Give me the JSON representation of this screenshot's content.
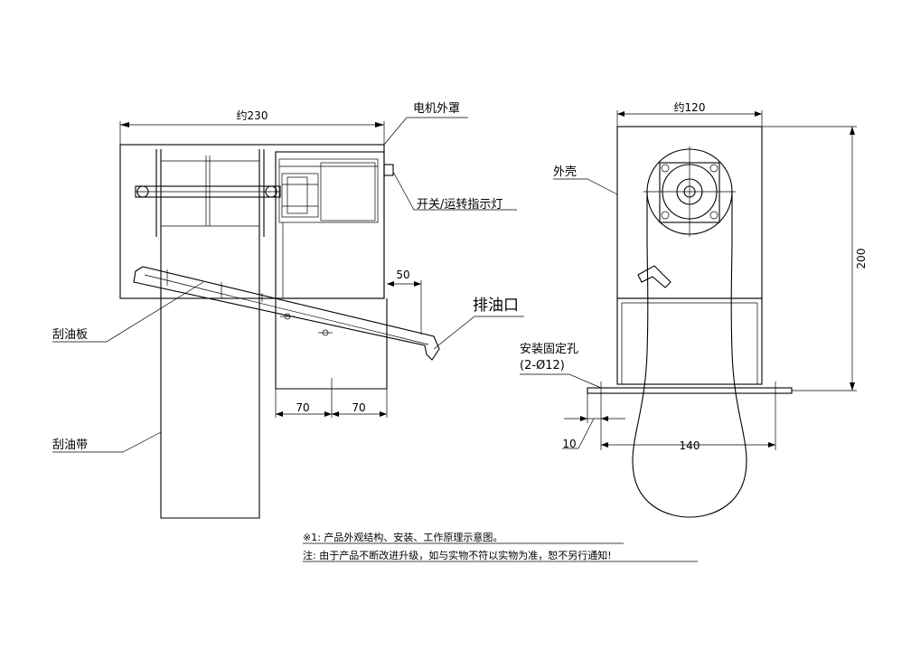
{
  "labels": {
    "motor_cover": "电机外罩",
    "switch_light": "开关/运转指示灯",
    "scraper_plate": "刮油板",
    "oil_outlet": "排油口",
    "belt": "刮油带",
    "housing": "外壳",
    "mount_hole": "安装固定孔",
    "mount_hole_spec": "(2-Ø12)"
  },
  "dimensions": {
    "front_width": "约230",
    "outlet_offset": "50",
    "base_left": "70",
    "base_right": "70",
    "side_width": "约120",
    "side_height": "200",
    "hole_span": "140",
    "hole_edge": "10"
  },
  "notes": {
    "note1": "※1: 产品外观结构、安装、工作原理示意图。",
    "note2": "注: 由于产品不断改进升级，如与实物不符以实物为准，恕不另行通知!"
  }
}
